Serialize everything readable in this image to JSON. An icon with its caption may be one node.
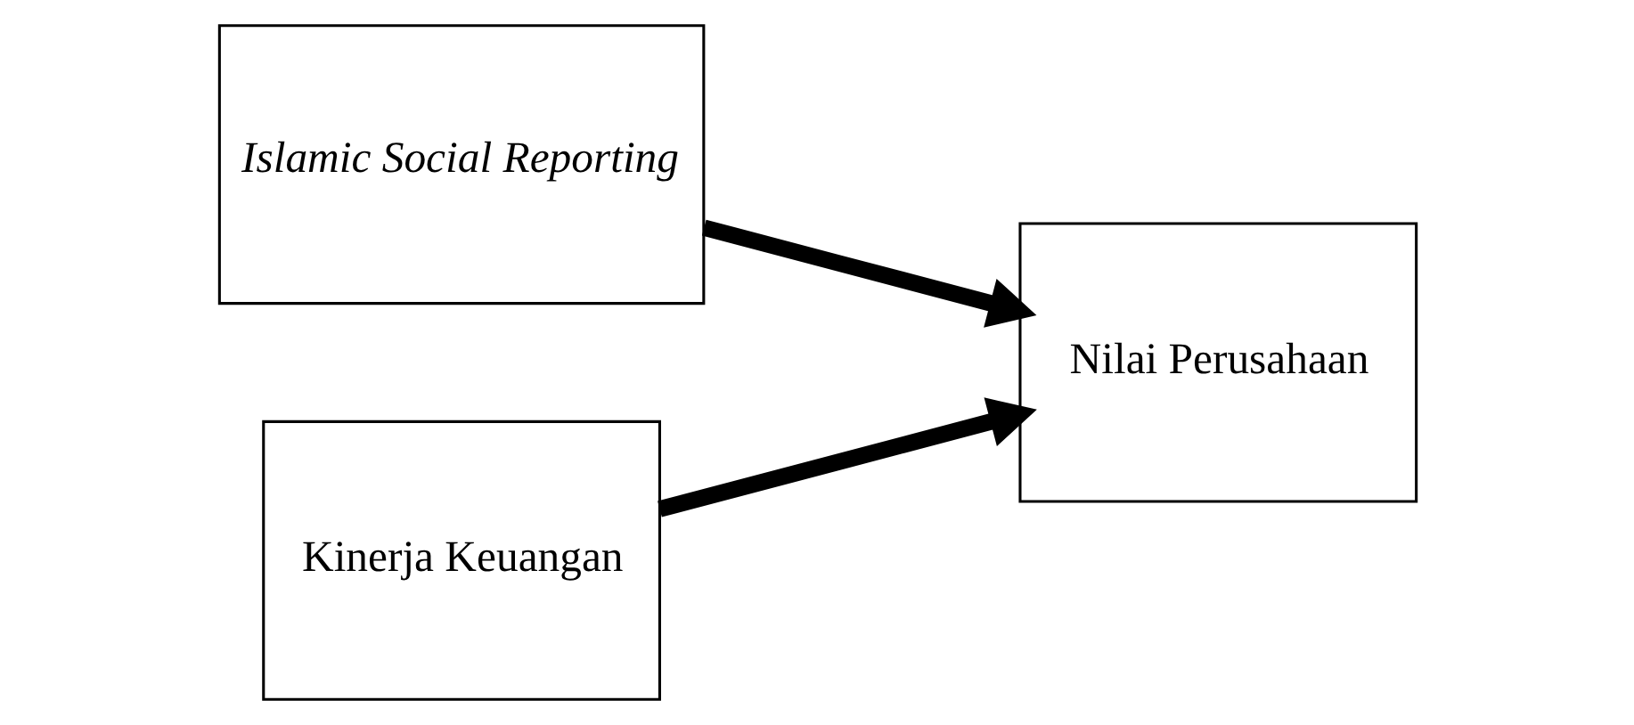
{
  "diagram": {
    "nodes": [
      {
        "text": [
          "Islamic Social Reporting"
        ]
      },
      {
        "text": [
          "Kinerja Keuangan"
        ]
      },
      {
        "text": [
          "Nilai Perusahaan"
        ]
      }
    ],
    "edges": [
      {
        "from": 0,
        "to": 2,
        "arrow": "to"
      },
      {
        "from": 1,
        "to": 2,
        "arrow": "to"
      }
    ]
  }
}
